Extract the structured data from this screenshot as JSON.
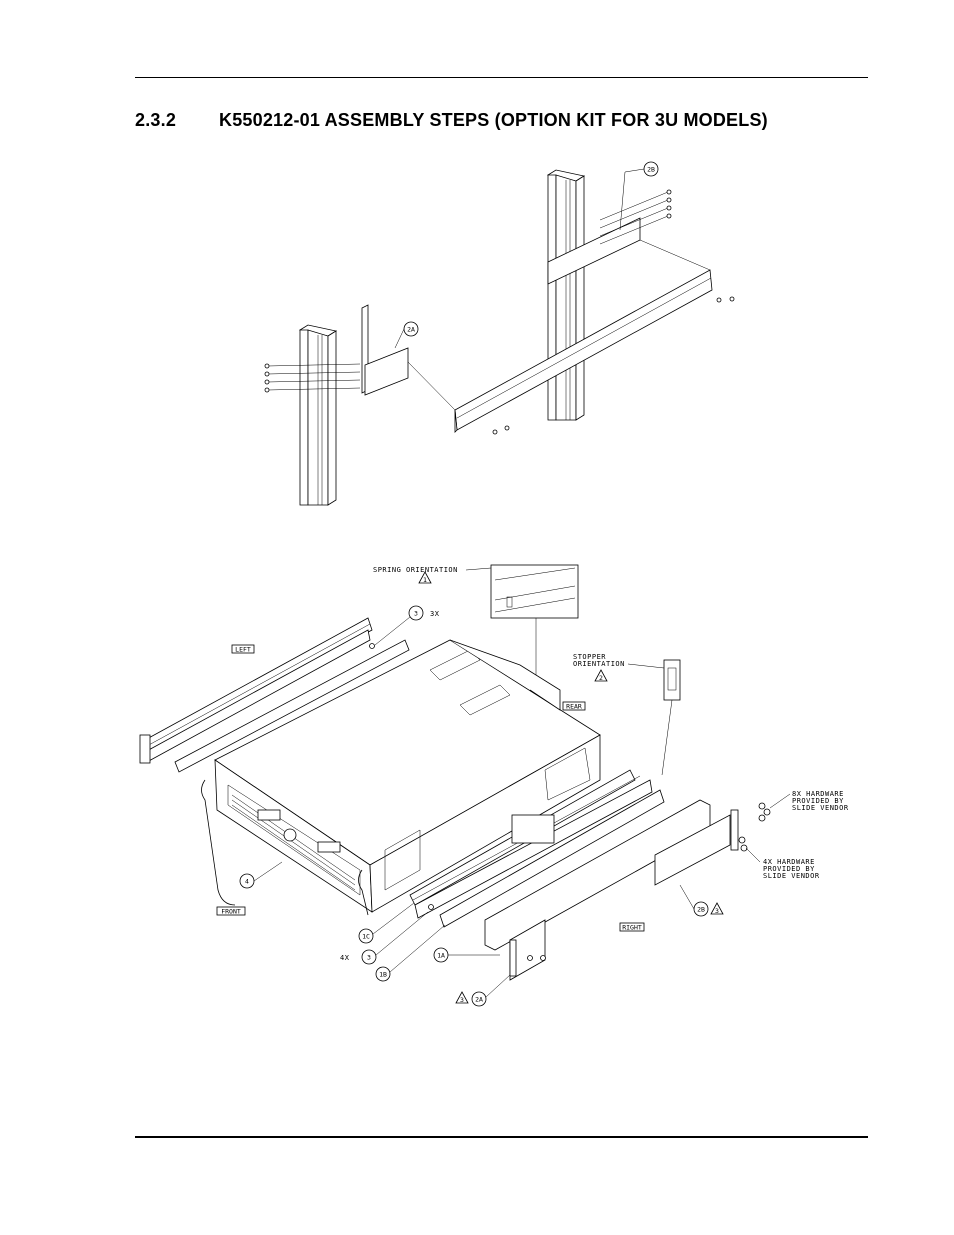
{
  "header": {
    "section_number": "2.3.2",
    "section_title": "K550212-01 ASSEMBLY STEPS (OPTION KIT FOR 3U MODELS)"
  },
  "figure_top": {
    "callouts": [
      "2B",
      "2A"
    ]
  },
  "figure_bottom": {
    "spring_label": "SPRING ORIENTATION",
    "spring_note": "1",
    "stopper_label_1": "STOPPER",
    "stopper_label_2": "ORIENTATION",
    "stopper_note": "2",
    "callout_3_top": "3",
    "qty_3x": "3X",
    "left_tag": "LEFT",
    "rear_tag": "REAR",
    "front_tag": "FRONT",
    "right_tag": "RIGHT",
    "callout_4": "4",
    "callout_1c": "1C",
    "qty_4x": "4X",
    "callout_3_bottom": "3",
    "callout_1b": "1B",
    "callout_1a": "1A",
    "callout_2a": "2A",
    "note_2a": "3",
    "callout_2b": "2B",
    "note_2b": "3",
    "hw8_1": "8X HARDWARE",
    "hw8_2": "PROVIDED BY",
    "hw8_3": "SLIDE VENDOR",
    "hw4_1": "4X HARDWARE",
    "hw4_2": "PROVIDED BY",
    "hw4_3": "SLIDE VENDOR"
  }
}
